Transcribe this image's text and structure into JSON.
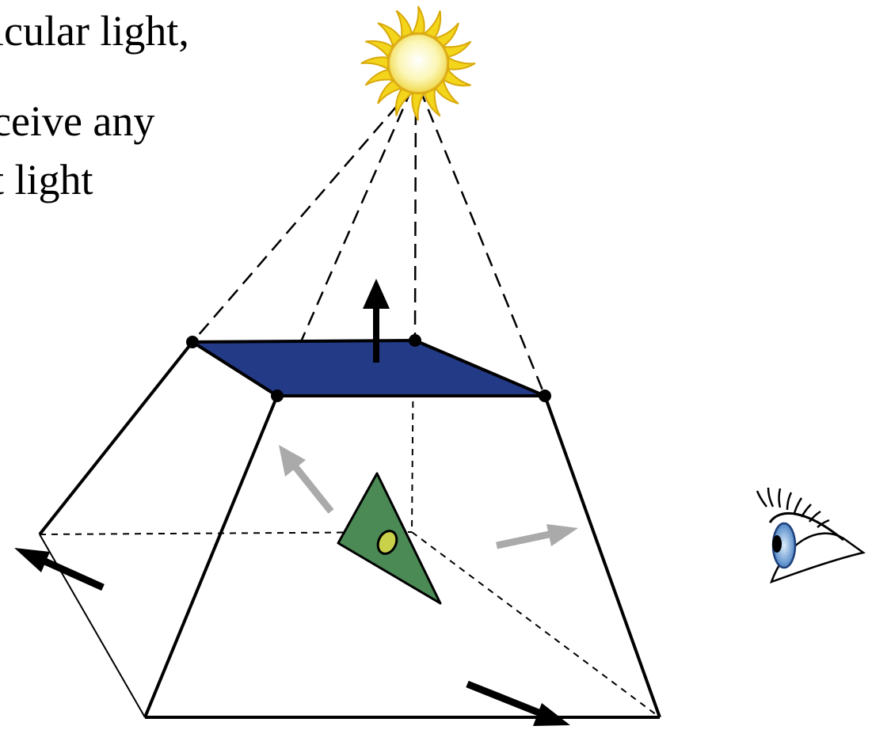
{
  "caption": {
    "line1": "icular light,",
    "line2": "ceive any",
    "line3": "t light"
  },
  "colors": {
    "background": "#ffffff",
    "outline": "#000000",
    "top_face": "#233a86",
    "triangle_fill": "#4b8a55",
    "triangle_dot": "#c9d14a",
    "gray_arrow": "#aaaaaa",
    "sun_core": "#fbf6b5",
    "sun_rays": "#f3d51c",
    "iris": "#6a9fd6"
  },
  "icons": {
    "sun": "sun-icon",
    "eye": "eye-icon"
  }
}
